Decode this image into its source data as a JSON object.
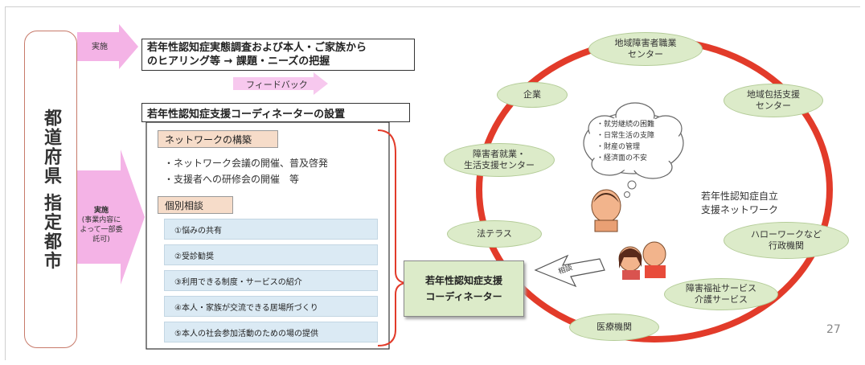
{
  "prefecture": "都道府県 指定都市",
  "top_arrow_label": "実施",
  "survey_box": {
    "line1": "若年性認知症実態調査および本人・ご家族から",
    "line2": "のヒアリング等 → 課題・ニーズの把握"
  },
  "feedback_label": "フィードバック",
  "coordinator_setup": "若年性認知症支援コーディネーターの設置",
  "network_section": {
    "heading": "ネットワークの構築",
    "items": [
      "・ネットワーク会議の開催、普及啓発",
      "・支援者への研修会の開催　等"
    ]
  },
  "consult_section": {
    "heading": "個別相談",
    "items": [
      "①悩みの共有",
      "②受診勧奨",
      "③利用できる制度・サービスの紹介",
      "④本人・家族が交流できる居場所づくり",
      "⑤本人の社会参加活動のための場の提供"
    ]
  },
  "lower_arrow_label": {
    "line1": "実施",
    "line2": "(事業内容に",
    "line3": "よって一部委",
    "line4": "託可)"
  },
  "coordinator_box": {
    "line1": "若年性認知症支援",
    "line2": "コーディネーター"
  },
  "consult_arrow_label": "相談",
  "network_label": {
    "line1": "若年性認知症自立",
    "line2": "支援ネットワーク"
  },
  "cloud_items": [
    "・就労継続の困難",
    "・日常生活の支障",
    "・財産の管理",
    "・経済面の不安"
  ],
  "nodes": {
    "employment_center": "地域障害者職業\nセンター",
    "company": "企業",
    "comprehensive_center": "地域包括支援\nセンター",
    "disabled_center": "障害者就業・\n生活支援センター",
    "hou_terasu": "法テラス",
    "hello_work": "ハローワークなど\n行政機関",
    "welfare": "障害福祉サービス\n介護サービス",
    "medical": "医療機関"
  },
  "page_number": "27",
  "colors": {
    "ring": "#e23b2a",
    "pink_arrow": "#f4b3e6",
    "node_fill": "#dcebc9",
    "item_fill": "#dbeaf4"
  }
}
